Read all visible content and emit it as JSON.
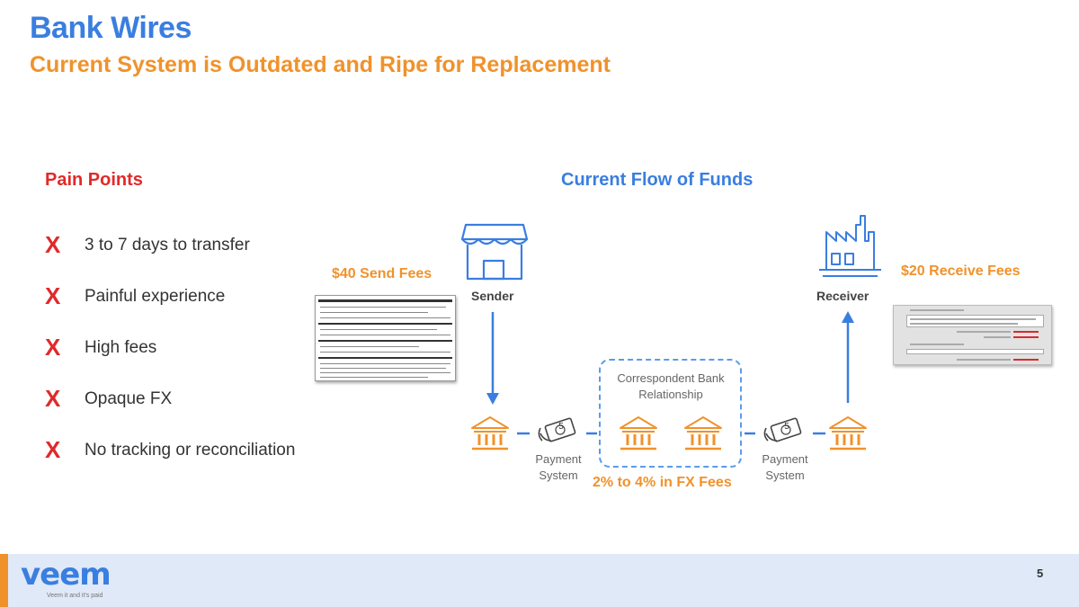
{
  "header": {
    "title": "Bank Wires",
    "subtitle": "Current System is Outdated and Ripe for Replacement"
  },
  "pain_points": {
    "heading": "Pain Points",
    "mark": "X",
    "items": [
      "3 to 7 days to transfer",
      "Painful experience",
      "High fees",
      "Opaque FX",
      "No tracking or reconciliation"
    ]
  },
  "flow": {
    "heading": "Current Flow of Funds",
    "send_fees": "$40 Send Fees",
    "receive_fees": "$20 Receive Fees",
    "sender": "Sender",
    "receiver": "Receiver",
    "correspondent": "Correspondent Bank Relationship",
    "payment_system_left": "Payment System",
    "payment_system_right": "Payment System",
    "fx_fees": "2% to 4% in FX Fees",
    "bill_denomination": "5"
  },
  "colors": {
    "blue": "#3a7ee0",
    "orange": "#f0922b",
    "red": "#e02a2a"
  },
  "footer": {
    "logo": "veem",
    "tagline": "Veem it and it's paid",
    "page_number": "5"
  }
}
